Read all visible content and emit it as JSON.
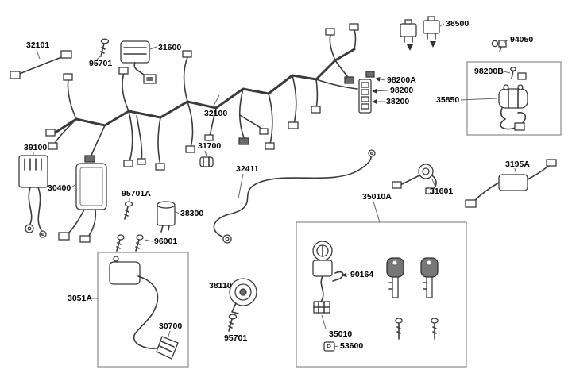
{
  "figure": {
    "kind": "exploded-parts-diagram",
    "description_visible_text_only": true
  },
  "colors": {
    "background": "#ffffff",
    "line": "#3b3b3b",
    "leader": "#666666",
    "label": "#000000",
    "group_box_outline": "#8a8a8a",
    "dark_fill": "#6b6b6b"
  },
  "parts": {
    "p32101": {
      "label": "32101"
    },
    "p95701_top": {
      "label": "95701"
    },
    "p31600": {
      "label": "31600"
    },
    "p38500": {
      "label": "38500"
    },
    "p94050": {
      "label": "94050"
    },
    "p98200A": {
      "label": "98200A"
    },
    "p98200": {
      "label": "98200"
    },
    "p38200": {
      "label": "38200"
    },
    "p98200B": {
      "label": "98200B"
    },
    "p35850": {
      "label": "35850"
    },
    "p32100": {
      "label": "32100"
    },
    "p31700": {
      "label": "31700"
    },
    "p39100": {
      "label": "39100"
    },
    "p30400": {
      "label": "30400"
    },
    "p95701A": {
      "label": "95701A"
    },
    "p38300": {
      "label": "38300"
    },
    "p96001": {
      "label": "96001"
    },
    "p32411": {
      "label": "32411"
    },
    "p35010A": {
      "label": "35010A"
    },
    "p31601": {
      "label": "31601"
    },
    "p3195A": {
      "label": "3195A"
    },
    "p3051A": {
      "label": "3051A"
    },
    "p30700": {
      "label": "30700"
    },
    "p38110": {
      "label": "38110"
    },
    "p95701_bottom": {
      "label": "95701"
    },
    "p90164": {
      "label": "90164"
    },
    "p35010": {
      "label": "35010"
    },
    "p53600": {
      "label": "53600"
    }
  }
}
